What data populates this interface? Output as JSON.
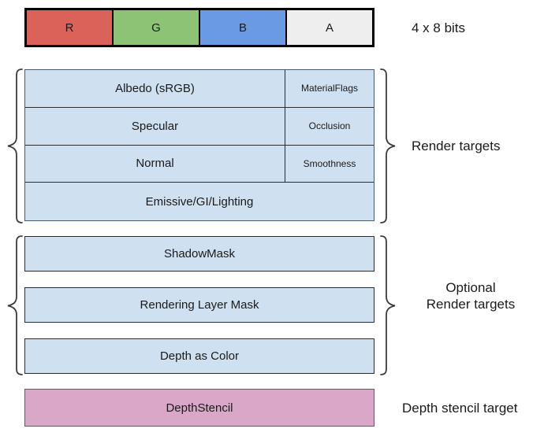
{
  "channel_bar": {
    "name": "rgba-channel-bar",
    "channels": [
      {
        "label": "R",
        "color": "#db6259"
      },
      {
        "label": "G",
        "color": "#8cc375"
      },
      {
        "label": "B",
        "color": "#6a9ae4"
      },
      {
        "label": "A",
        "color": "#eeeeee"
      }
    ],
    "side_label": "4 x 8 bits"
  },
  "render_targets": {
    "side_label": "Render targets",
    "fill_color": "#cfe0f0",
    "rows": [
      {
        "main": "Albedo (sRGB)",
        "alpha": "MaterialFlags",
        "split": true
      },
      {
        "main": "Specular",
        "alpha": "Occlusion",
        "split": true
      },
      {
        "main": "Normal",
        "alpha": "Smoothness",
        "split": true
      },
      {
        "main": "Emissive/GI/Lighting",
        "alpha": "",
        "split": false
      }
    ]
  },
  "optional_render_targets": {
    "side_label": "Optional\nRender targets",
    "fill_color": "#cfe0f0",
    "boxes": [
      {
        "label": "ShadowMask"
      },
      {
        "label": "Rendering Layer Mask"
      },
      {
        "label": "Depth as Color"
      }
    ]
  },
  "depth_stencil": {
    "label": "DepthStencil",
    "side_label": "Depth stencil target",
    "fill_color": "#d9a7c7"
  }
}
